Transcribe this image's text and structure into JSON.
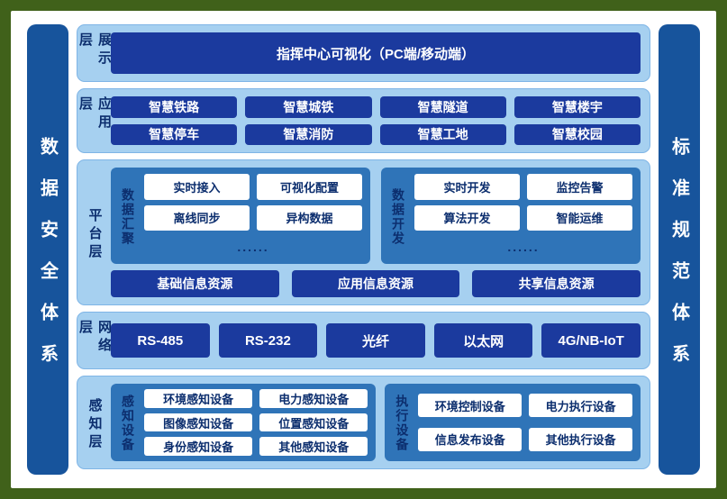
{
  "colors": {
    "frame": "#40611a",
    "bar": "#17549c",
    "panel": "#a6d0f0",
    "panel_border": "#7fb5e6",
    "box": "#1b3a9e",
    "group": "#2f74b8",
    "navy_text": "#0c2e6e"
  },
  "side": {
    "left": "数据安全体系",
    "right": "标准规范体系"
  },
  "layers": {
    "presentation": {
      "label": "展示层",
      "box": "指挥中心可视化（PC端/移动端）"
    },
    "application": {
      "label": "应用层",
      "items": [
        "智慧铁路",
        "智慧城铁",
        "智慧隧道",
        "智慧楼宇",
        "智慧停车",
        "智慧消防",
        "智慧工地",
        "智慧校园"
      ]
    },
    "platform": {
      "label": "平台层",
      "groups": [
        {
          "label": "数据汇聚",
          "items": [
            "实时接入",
            "可视化配置",
            "离线同步",
            "异构数据"
          ],
          "more": "......"
        },
        {
          "label": "数据开发",
          "items": [
            "实时开发",
            "监控告警",
            "算法开发",
            "智能运维"
          ],
          "more": "......"
        }
      ],
      "resources": [
        "基础信息资源",
        "应用信息资源",
        "共享信息资源"
      ]
    },
    "network": {
      "label": "网络层",
      "items": [
        "RS-485",
        "RS-232",
        "光纤",
        "以太网",
        "4G/NB-IoT"
      ]
    },
    "perception": {
      "label": "感知层",
      "groups": [
        {
          "label": "感知设备",
          "items": [
            "环境感知设备",
            "电力感知设备",
            "图像感知设备",
            "位置感知设备",
            "身份感知设备",
            "其他感知设备"
          ]
        },
        {
          "label": "执行设备",
          "items": [
            "环境控制设备",
            "电力执行设备",
            "信息发布设备",
            "其他执行设备"
          ]
        }
      ]
    }
  }
}
